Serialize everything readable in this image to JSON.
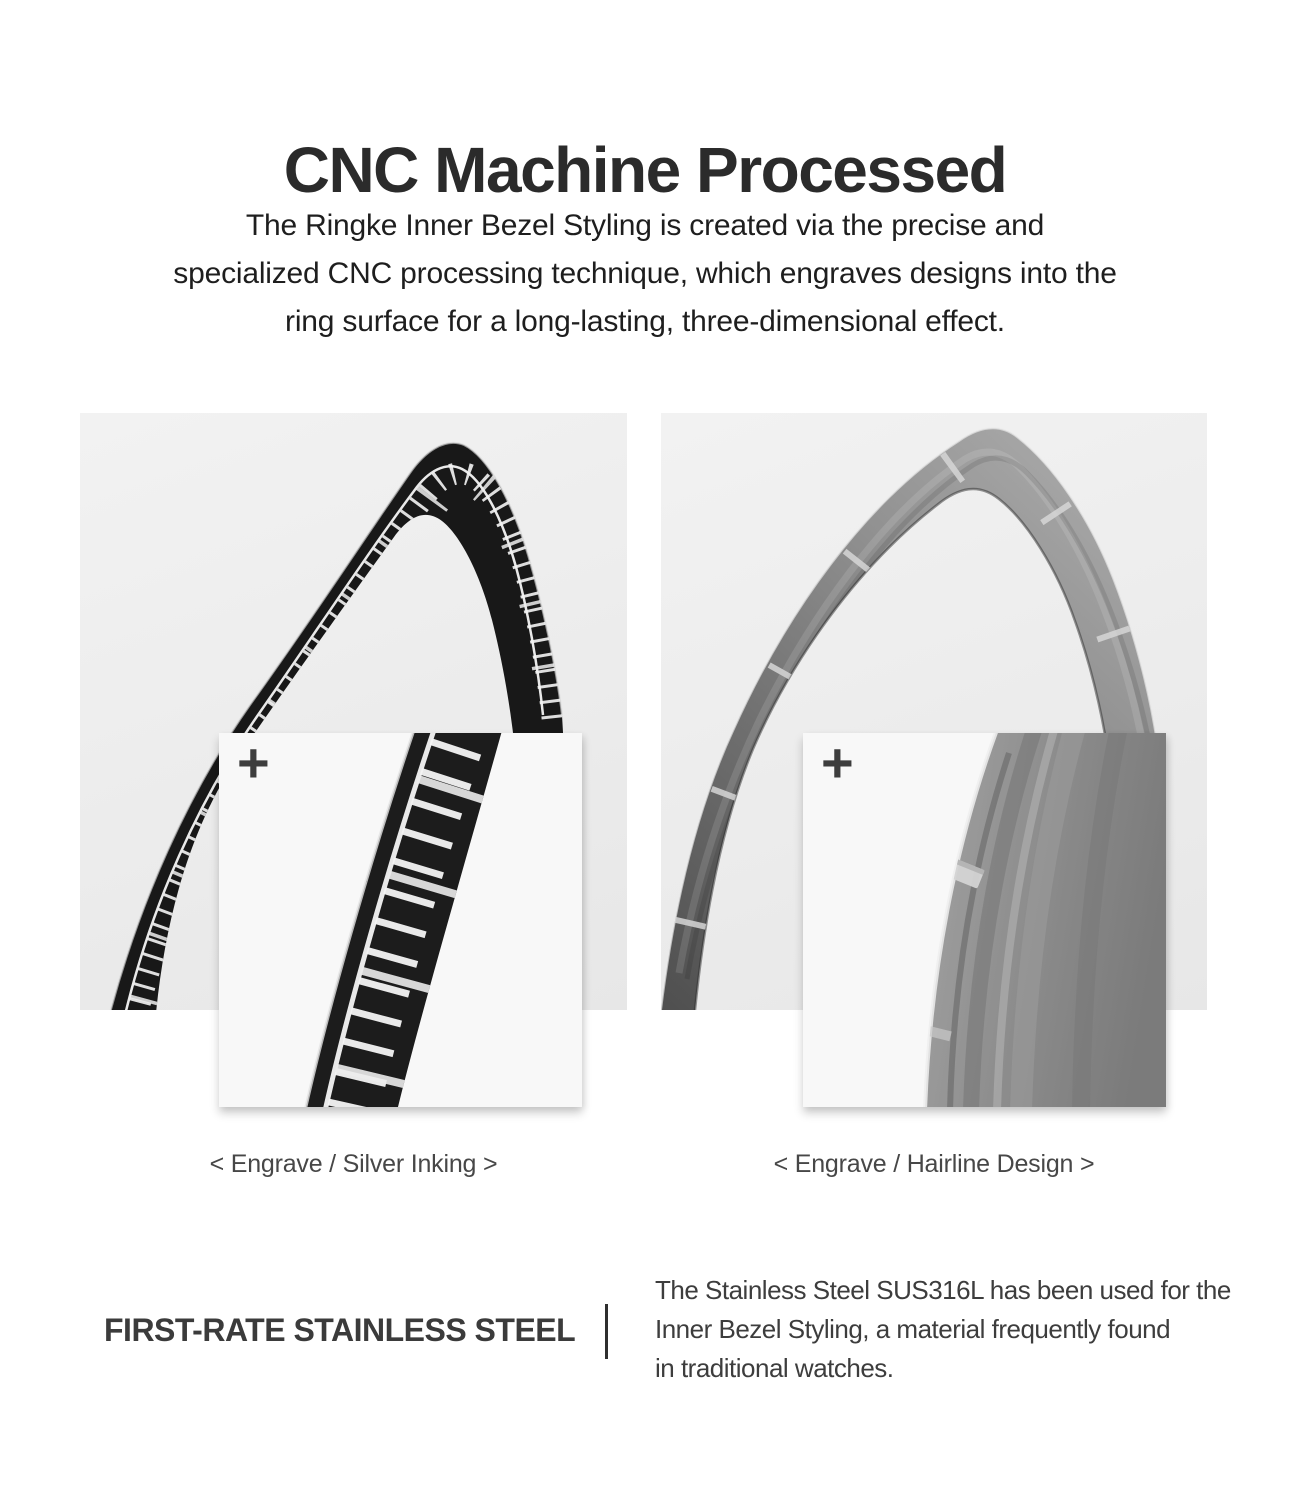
{
  "header": {
    "title": "CNC Machine Processed"
  },
  "intro": {
    "lines": [
      "The Ringke Inner Bezel Styling is created via the precise and",
      "specialized CNC processing technique, which engraves designs into the",
      "ring surface for a long-lasting, three-dimensional effect."
    ]
  },
  "gallery": {
    "panels": [
      {
        "id": "silver-inking",
        "photo": "black-bezel-ring-with-tachymeter-scale",
        "zoom_glyph": "+",
        "caption": "< Engrave / Silver Inking >"
      },
      {
        "id": "hairline-design",
        "photo": "brushed-steel-bezel-ring-with-engraved-marks",
        "zoom_glyph": "+",
        "caption": "< Engrave / Hairline Design >"
      }
    ]
  },
  "footer": {
    "heading": "FIRST-RATE STAINLESS STEEL",
    "body_lines": [
      "The Stainless Steel SUS316L has been used for the",
      "Inner Bezel Styling, a material frequently found",
      "in traditional watches."
    ]
  },
  "colors": {
    "page_bg": "#ffffff",
    "panel_bg": "#ededed",
    "inset_bg": "#f8f8f8",
    "title_text": "#2b2b2b",
    "body_text": "#3d3d3d",
    "caption_text": "#474747",
    "ring_black": "#181818",
    "ring_steel": "#8e8e8e",
    "marking_white": "#f4f4f4",
    "plus_icon": "#3d3d3d"
  }
}
